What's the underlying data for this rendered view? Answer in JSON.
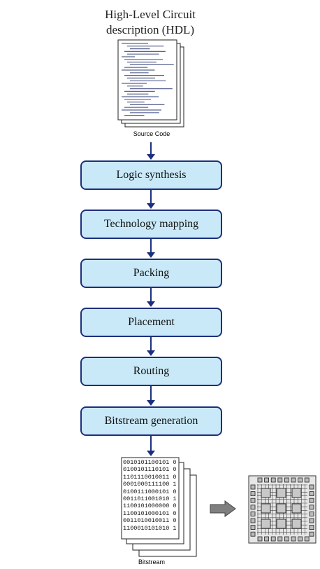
{
  "header": {
    "title_line1": "High-Level Circuit",
    "title_line2": "description (HDL)"
  },
  "source_code": {
    "caption": "Source Code"
  },
  "flow": {
    "stages": [
      "Logic synthesis",
      "Technology mapping",
      "Packing",
      "Placement",
      "Routing",
      "Bitstream generation"
    ]
  },
  "bitstream": {
    "caption": "Bitstream",
    "rows": [
      "0010101100101 0",
      "0100101110101 0",
      "1101110010011 0",
      "0001000111100 1",
      "0100111000101 0",
      "0011011001010 1",
      "1100101000000 0",
      "1100101000101 0",
      "0011010010011 0",
      "1100010101010 1"
    ]
  },
  "colors": {
    "stage_fill": "#c9e9f8",
    "stage_border": "#1c2f7c",
    "arrow": "#1c2f7c",
    "fpga_arrow": "#7f7f7f"
  },
  "icons": {
    "source_code": "document-stack-icon",
    "bitstream": "binary-document-stack-icon",
    "fpga": "fpga-chip-icon",
    "output_arrow": "right-arrow-icon"
  }
}
